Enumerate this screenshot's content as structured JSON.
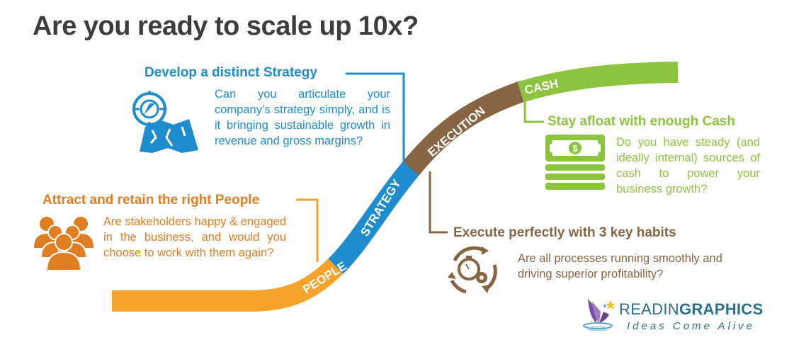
{
  "title": "Are you ready to scale up 10x?",
  "colors": {
    "people": "#f5a32b",
    "strategy": "#1e8ccd",
    "execution": "#876543",
    "cash": "#8cc43f",
    "title": "#3d3d3d",
    "people_text": "#e07f22"
  },
  "curve": {
    "segments": [
      {
        "label": "PEOPLE",
        "color": "#f5a32b"
      },
      {
        "label": "STRATEGY",
        "color": "#1e8ccd"
      },
      {
        "label": "EXECUTION",
        "color": "#876543"
      },
      {
        "label": "CASH",
        "color": "#8cc43f"
      }
    ]
  },
  "sections": {
    "strategy": {
      "heading": "Develop a distinct Strategy",
      "text": "Can you articulate your company’s strategy simply, and is it bringing sustainable growth in revenue and gross margins?",
      "icon": "compass-map-icon"
    },
    "people": {
      "heading": "Attract and retain the right People",
      "text": "Are stakeholders happy & engaged in the business, and would you choose to work with them again?",
      "icon": "people-group-icon"
    },
    "cash": {
      "heading": "Stay afloat with enough Cash",
      "text": "Do you have steady (and ideally internal) sources of cash to power your business growth?",
      "icon": "cash-stack-icon"
    },
    "execution": {
      "heading": "Execute perfectly with 3 key habits",
      "text": "Are all processes running smoothly and driving superior profitability?",
      "icon": "stopwatch-gear-cycle-icon"
    }
  },
  "logo": {
    "brand_light": "READIN",
    "brand_bold": "GRAPHICS",
    "tagline": "Ideas Come Alive"
  }
}
